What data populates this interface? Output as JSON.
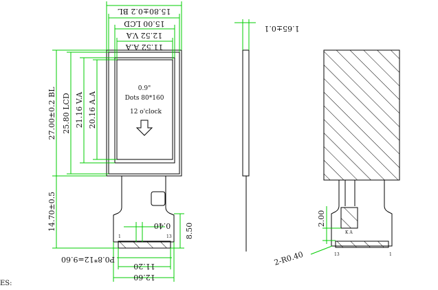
{
  "dimensions": {
    "top_bl": "15.80±0.2 BL",
    "top_lcd": "15.00 LCD",
    "top_va": "12.52 V.A",
    "top_aa": "11.52 A.A",
    "thickness": "1.65±0.1",
    "left_bl": "27.00±0.2 BL",
    "left_lcd": "25.80 LCD",
    "left_va": "21.16 V.A",
    "left_aa": "20.16 A.A",
    "fpc_length": "14.70±0.5",
    "pin_width": "0.40",
    "fpc_tail": "8.50",
    "pitch": "P0.8*12=9.60",
    "bottom_inner": "11.20",
    "bottom_outer": "12.60",
    "stiffener": "2.00",
    "corner_radius": "2-R0.40"
  },
  "display_text": {
    "size": "0.9\"",
    "dots": "Dots 80*160",
    "orientation": "12 o'clock"
  },
  "pin_labels": {
    "front_first": "1",
    "front_last": "13",
    "back_first": "13",
    "back_last": "1",
    "ka": "K A"
  },
  "corner_text": "ES:",
  "colors": {
    "dimension": "#00cc00",
    "outline": "#000000"
  }
}
